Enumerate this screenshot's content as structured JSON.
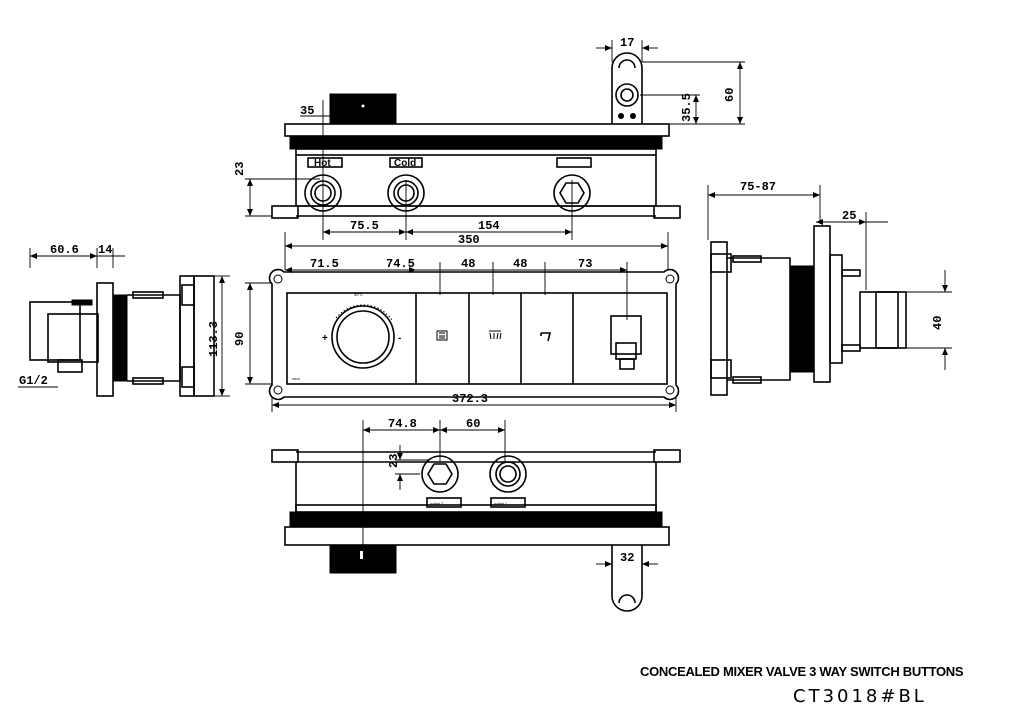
{
  "title": "CONCEALED MIXER VALVE 3 WAY SWITCH BUTTONS",
  "model": "CT3018#BL",
  "labels": {
    "hot": "Hot",
    "cold": "Cold",
    "thread": "G1/2",
    "outlet_a": "outlet 2",
    "outlet_b": "outlet 1",
    "brand": "cera",
    "temp_mark": "40°C",
    "plus": "+",
    "minus": "-"
  },
  "dimensions": {
    "top_35": "35",
    "top_23": "23",
    "top_75_5": "75.5",
    "top_154": "154",
    "bracket_17": "17",
    "bracket_35_5": "35.5",
    "bracket_60": "60",
    "overall_350": "350",
    "seg_71_5": "71.5",
    "seg_74_5": "74.5",
    "seg_48a": "48",
    "seg_48b": "48",
    "seg_73": "73",
    "height_90": "90",
    "width_372_3": "372.3",
    "left_60_6": "60.6",
    "left_14": "14",
    "left_113_3": "113.3",
    "right_75_87": "75-87",
    "right_25": "25",
    "right_40": "40",
    "bottom_74_8": "74.8",
    "bottom_60": "60",
    "bottom_23": "23",
    "bottom_32": "32"
  }
}
